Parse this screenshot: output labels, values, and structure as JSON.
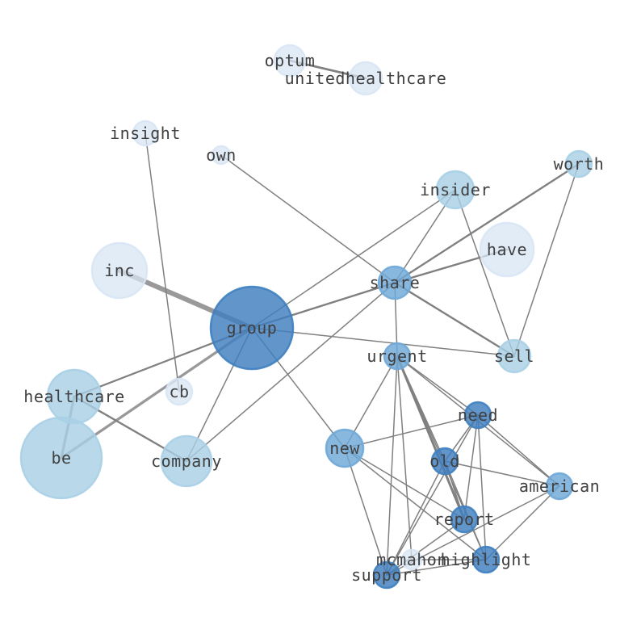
{
  "colors": {
    "background": "#ffffff",
    "edge": "#808080",
    "label": "#404040",
    "node_dark": "#3f7fc0",
    "node_mid": "#6fa8d8",
    "node_light": "#a8cfe6",
    "node_pale": "#d8e6f4"
  },
  "nodes": [
    {
      "id": "group",
      "label": "group",
      "level": 4
    },
    {
      "id": "inc",
      "label": "inc",
      "level": 1
    },
    {
      "id": "healthcare",
      "label": "healthcare",
      "level": 2
    },
    {
      "id": "be",
      "label": "be",
      "level": 2
    },
    {
      "id": "cb",
      "label": "cb",
      "level": 1
    },
    {
      "id": "company",
      "label": "company",
      "level": 2
    },
    {
      "id": "insight",
      "label": "insight",
      "level": 1
    },
    {
      "id": "own",
      "label": "own",
      "level": 1
    },
    {
      "id": "optum",
      "label": "optum",
      "level": 1
    },
    {
      "id": "unitedhealthcare",
      "label": "unitedhealthcare",
      "level": 1
    },
    {
      "id": "insider",
      "label": "insider",
      "level": 2
    },
    {
      "id": "worth",
      "label": "worth",
      "level": 2
    },
    {
      "id": "have",
      "label": "have",
      "level": 1
    },
    {
      "id": "share",
      "label": "share",
      "level": 3
    },
    {
      "id": "sell",
      "label": "sell",
      "level": 2
    },
    {
      "id": "urgent",
      "label": "urgent",
      "level": 3
    },
    {
      "id": "need",
      "label": "need",
      "level": 4
    },
    {
      "id": "new",
      "label": "new",
      "level": 3
    },
    {
      "id": "old",
      "label": "old",
      "level": 4
    },
    {
      "id": "american",
      "label": "american",
      "level": 3
    },
    {
      "id": "report",
      "label": "report",
      "level": 4
    },
    {
      "id": "mcmahon",
      "label": "mcmahon",
      "level": 1
    },
    {
      "id": "highlight",
      "label": "highlight",
      "level": 4
    },
    {
      "id": "support",
      "label": "support",
      "level": 4
    }
  ],
  "edges": [
    {
      "source": "group",
      "target": "inc",
      "weight": 4
    },
    {
      "source": "group",
      "target": "healthcare",
      "weight": 1.5
    },
    {
      "source": "group",
      "target": "be",
      "weight": 2.2
    },
    {
      "source": "group",
      "target": "company",
      "weight": 1
    },
    {
      "source": "group",
      "target": "insider",
      "weight": 1
    },
    {
      "source": "group",
      "target": "share",
      "weight": 1.6
    },
    {
      "source": "group",
      "target": "sell",
      "weight": 1
    },
    {
      "source": "group",
      "target": "new",
      "weight": 1
    },
    {
      "source": "healthcare",
      "target": "be",
      "weight": 2.2
    },
    {
      "source": "healthcare",
      "target": "company",
      "weight": 1.6
    },
    {
      "source": "insight",
      "target": "cb",
      "weight": 1
    },
    {
      "source": "own",
      "target": "share",
      "weight": 1
    },
    {
      "source": "optum",
      "target": "unitedhealthcare",
      "weight": 1.8
    },
    {
      "source": "company",
      "target": "share",
      "weight": 1
    },
    {
      "source": "insider",
      "target": "share",
      "weight": 1
    },
    {
      "source": "insider",
      "target": "sell",
      "weight": 1
    },
    {
      "source": "worth",
      "target": "share",
      "weight": 1.6
    },
    {
      "source": "worth",
      "target": "sell",
      "weight": 1
    },
    {
      "source": "have",
      "target": "share",
      "weight": 1.6
    },
    {
      "source": "share",
      "target": "sell",
      "weight": 1.6
    },
    {
      "source": "share",
      "target": "urgent",
      "weight": 1
    },
    {
      "source": "urgent",
      "target": "new",
      "weight": 1
    },
    {
      "source": "urgent",
      "target": "need",
      "weight": 1
    },
    {
      "source": "urgent",
      "target": "old",
      "weight": 1
    },
    {
      "source": "urgent",
      "target": "american",
      "weight": 1
    },
    {
      "source": "urgent",
      "target": "report",
      "weight": 2
    },
    {
      "source": "urgent",
      "target": "highlight",
      "weight": 1
    },
    {
      "source": "urgent",
      "target": "support",
      "weight": 1
    },
    {
      "source": "urgent",
      "target": "mcmahon",
      "weight": 1
    },
    {
      "source": "need",
      "target": "new",
      "weight": 1
    },
    {
      "source": "need",
      "target": "old",
      "weight": 1
    },
    {
      "source": "need",
      "target": "american",
      "weight": 1
    },
    {
      "source": "need",
      "target": "report",
      "weight": 1
    },
    {
      "source": "need",
      "target": "highlight",
      "weight": 1
    },
    {
      "source": "need",
      "target": "support",
      "weight": 1
    },
    {
      "source": "new",
      "target": "report",
      "weight": 1
    },
    {
      "source": "new",
      "target": "highlight",
      "weight": 1
    },
    {
      "source": "new",
      "target": "support",
      "weight": 1
    },
    {
      "source": "old",
      "target": "american",
      "weight": 1
    },
    {
      "source": "old",
      "target": "report",
      "weight": 1
    },
    {
      "source": "old",
      "target": "highlight",
      "weight": 1
    },
    {
      "source": "old",
      "target": "support",
      "weight": 1
    },
    {
      "source": "american",
      "target": "highlight",
      "weight": 1
    },
    {
      "source": "american",
      "target": "support",
      "weight": 1
    },
    {
      "source": "report",
      "target": "support",
      "weight": 1
    },
    {
      "source": "highlight",
      "target": "support",
      "weight": 1
    },
    {
      "source": "mcmahon",
      "target": "highlight",
      "weight": 1
    }
  ]
}
